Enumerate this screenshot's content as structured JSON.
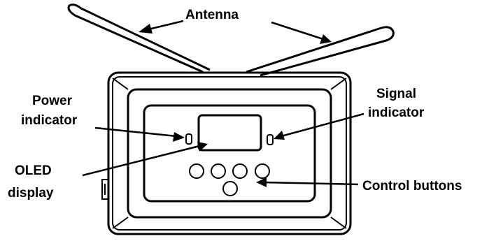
{
  "labels": {
    "antenna": "Antenna",
    "power_line1": "Power",
    "power_line2": "indicator",
    "signal_line1": "Signal",
    "signal_line2": "indicator",
    "oled_line1": "OLED",
    "oled_line2": "display",
    "control_buttons": "Control buttons"
  },
  "colors": {
    "ink": "#000000",
    "background": "#ffffff"
  }
}
